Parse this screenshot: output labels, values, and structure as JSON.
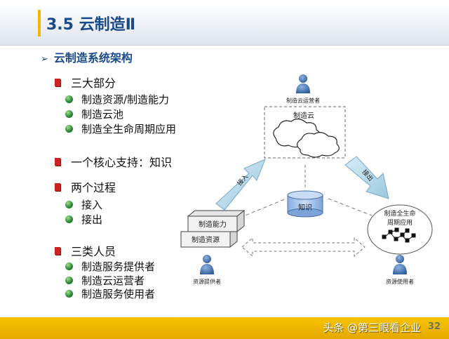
{
  "title": "3.5 云制造Ⅱ",
  "heading": "云制造系统架构",
  "sections": [
    {
      "label": "三大部分",
      "items": [
        "制造资源/制造能力",
        "制造云池",
        "制造全生命周期应用"
      ]
    },
    {
      "label": "一个核心支持：知识",
      "items": []
    },
    {
      "label": "两个过程",
      "items": [
        "接入",
        "接出"
      ]
    },
    {
      "label": "三类人员",
      "items": [
        "制造服务提供者",
        "制造云运营者",
        "制造服务使用者"
      ]
    }
  ],
  "diagram": {
    "operator": "制造云运营者",
    "cloud": "制造云",
    "knowledge": "知识",
    "access_in": "接入",
    "access_out": "接出",
    "capability": "制造能力",
    "resource": "制造资源",
    "lifecycle_line1": "制造全生命",
    "lifecycle_line2": "周期应用",
    "provider": "资源提供者",
    "user": "资源使用者"
  },
  "footer": {
    "watermark": "头条 @第三眼看企业",
    "page_number": "32"
  },
  "colors": {
    "title": "#1a4a8a",
    "accent_yellow": "#f5b800",
    "bullet_red": "#cc2222",
    "bullet_green": "#2e8b3a",
    "person_blue": "#2f5d9a"
  }
}
